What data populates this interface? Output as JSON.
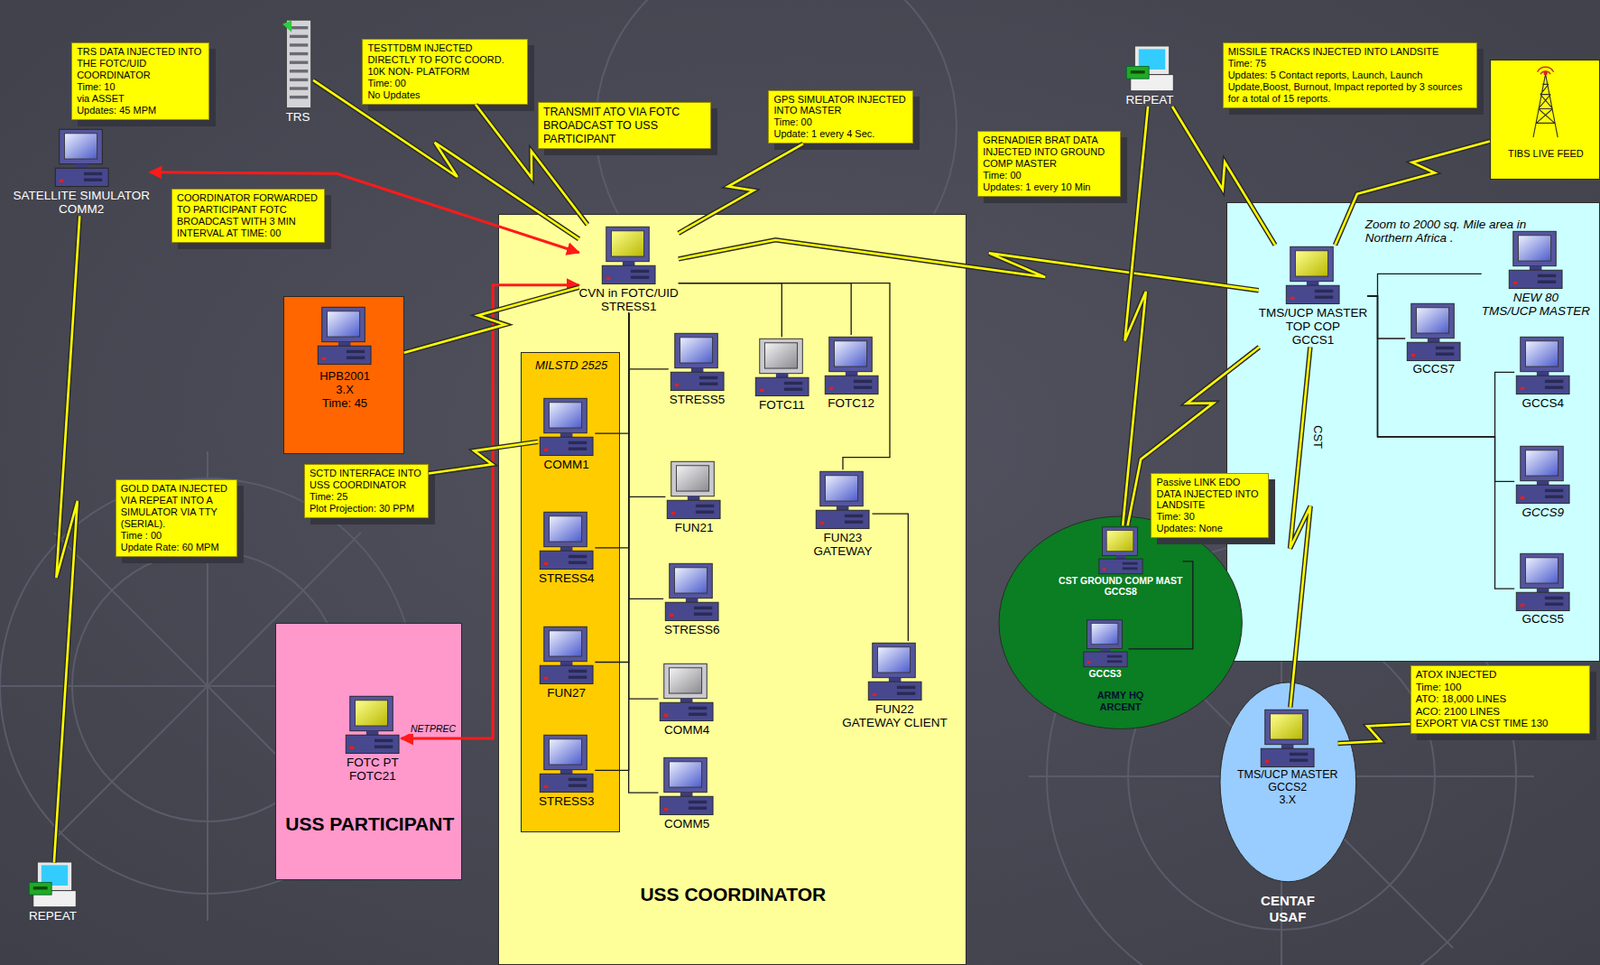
{
  "diagram": {
    "nodes": [
      {
        "text": [
          "TRS DATA INJECTED INTO THE FOTC/UID COORDINATOR",
          "Time: 10",
          "via ASSET",
          "Updates: 45 MPM"
        ]
      },
      {
        "text": [
          "TRS"
        ]
      },
      {
        "text": [
          "TESTTDBM INJECTED DIRECTLY TO FOTC COORD. 10K NON- PLATFORM",
          "Time: 00",
          "No Updates"
        ]
      },
      {
        "text": [
          "TRANSMIT ATO VIA FOTC BROADCAST TO USS PARTICIPANT"
        ]
      },
      {
        "text": [
          "GPS SIMULATOR INJECTED INTO MASTER",
          "Time: 00",
          "Update: 1 every 4 Sec."
        ]
      },
      {
        "text": [
          "REPEAT"
        ]
      },
      {
        "text": [
          "GRENADIER BRAT DATA INJECTED INTO GROUND COMP MASTER",
          "Time: 00",
          "Updates: 1 every 10 Min"
        ]
      },
      {
        "text": [
          "MISSILE TRACKS INJECTED INTO LANDSITE",
          "Time: 75",
          "Updates: 5 Contact reports, Launch, Launch Update,Boost, Burnout, Impact reported by 3 sources for a total of 15 reports."
        ]
      },
      {
        "text": [
          "TIBS LIVE FEED"
        ]
      },
      {
        "text": [
          "SATELLITE SIMULATOR",
          "COMM2"
        ]
      },
      {
        "text": [
          "COORDINATOR FORWARDED TO PARTICIPANT FOTC BROADCAST WITH 3 MIN INTERVAL AT TIME: 00"
        ]
      },
      {
        "text": [
          "HPB2001",
          "3.X",
          "Time: 45"
        ]
      },
      {
        "text": [
          "SCTD INTERFACE INTO USS COORDINATOR",
          "Time: 25",
          "Plot Projection: 30 PPM"
        ]
      },
      {
        "text": [
          "GOLD DATA INJECTED VIA REPEAT INTO A SIMULATOR VIA TTY (SERIAL).",
          "Time : 00",
          "Update Rate: 60 MPM"
        ]
      },
      {
        "text": [
          "USS PARTICIPANT"
        ]
      },
      {
        "text": [
          "FOTC PT",
          "FOTC21"
        ],
        "in": 14
      },
      {
        "text": [
          "USS COORDINATOR"
        ]
      },
      {
        "text": [
          "CVN in FOTC/UID",
          "STRESS1"
        ],
        "in": 16
      },
      {
        "text": [
          "MILSTD 2525"
        ],
        "in": 16
      },
      {
        "text": [
          "COMM1"
        ],
        "in": 18
      },
      {
        "text": [
          "STRESS4"
        ],
        "in": 18
      },
      {
        "text": [
          "FUN27"
        ],
        "in": 18
      },
      {
        "text": [
          "STRESS3"
        ],
        "in": 18
      },
      {
        "text": [
          "STRESS5"
        ],
        "in": 16
      },
      {
        "text": [
          "FOTC11"
        ],
        "in": 16
      },
      {
        "text": [
          "FOTC12"
        ],
        "in": 16
      },
      {
        "text": [
          "FUN21"
        ],
        "in": 16
      },
      {
        "text": [
          "STRESS6"
        ],
        "in": 16
      },
      {
        "text": [
          "COMM4"
        ],
        "in": 16
      },
      {
        "text": [
          "COMM5"
        ],
        "in": 16
      },
      {
        "text": [
          "FUN23",
          "GATEWAY"
        ],
        "in": 16
      },
      {
        "text": [
          "FUN22",
          "GATEWAY CLIENT"
        ],
        "in": 16
      },
      {
        "text": [
          "Zoom to 2000 sq. Mile area in Northern Africa ."
        ]
      },
      {
        "text": [
          "TMS/UCP MASTER",
          "TOP COP",
          "GCCS1"
        ],
        "in": 32
      },
      {
        "text": [
          "NEW 80",
          "TMS/UCP MASTER"
        ],
        "in": 32
      },
      {
        "text": [
          "GCCS7"
        ],
        "in": 32
      },
      {
        "text": [
          "GCCS4"
        ],
        "in": 32
      },
      {
        "text": [
          "GCCS9"
        ],
        "in": 32
      },
      {
        "text": [
          "GCCS5"
        ],
        "in": 32
      },
      {
        "text": [
          "ARMY HQ ARCENT"
        ]
      },
      {
        "text": [
          "CST GROUND COMP MAST",
          "GCCS8"
        ],
        "in": 39
      },
      {
        "text": [
          "GCCS3"
        ],
        "in": 39
      },
      {
        "text": [
          "Passive LINK EDO DATA INJECTED INTO LANDSITE",
          "Time: 30",
          "Updates: None"
        ]
      },
      {
        "text": [
          "CENTAF USAF"
        ]
      },
      {
        "text": [
          "TMS/UCP MASTER",
          "GCCS2",
          "3.X"
        ],
        "in": 43
      },
      {
        "text": [
          "ATOX INJECTED",
          "Time: 100",
          "ATO: 18,000 LINES",
          "ACO: 2100 LINES",
          "EXPORT VIA CST TIME 130"
        ]
      },
      {
        "text": [
          "REPEAT"
        ]
      }
    ],
    "edges": [
      {
        "from": 9,
        "to": 17,
        "arrow": "both"
      },
      {
        "from": 17,
        "to": 15,
        "label": "NETPREC",
        "arrow": "both"
      },
      {
        "from": 1,
        "to": 17,
        "arrow": "none"
      },
      {
        "from": 2,
        "to": 17,
        "arrow": "none"
      },
      {
        "from": 4,
        "to": 17,
        "arrow": "none"
      },
      {
        "from": 11,
        "to": 17,
        "arrow": "none"
      },
      {
        "from": 12,
        "to": 19,
        "arrow": "none"
      },
      {
        "from": 9,
        "to": 46,
        "arrow": "none"
      },
      {
        "from": 17,
        "to": 23,
        "arrow": "none"
      },
      {
        "from": 17,
        "to": 24,
        "arrow": "none"
      },
      {
        "from": 17,
        "to": 25,
        "arrow": "none"
      },
      {
        "from": 17,
        "to": 30,
        "arrow": "none"
      },
      {
        "from": 30,
        "to": 31,
        "arrow": "none"
      },
      {
        "from": 17,
        "to": 19,
        "arrow": "none"
      },
      {
        "from": 17,
        "to": 20,
        "arrow": "none"
      },
      {
        "from": 17,
        "to": 21,
        "arrow": "none"
      },
      {
        "from": 17,
        "to": 22,
        "arrow": "none"
      },
      {
        "from": 17,
        "to": 26,
        "arrow": "none"
      },
      {
        "from": 17,
        "to": 27,
        "arrow": "none"
      },
      {
        "from": 17,
        "to": 28,
        "arrow": "none"
      },
      {
        "from": 17,
        "to": 29,
        "arrow": "none"
      },
      {
        "from": 17,
        "to": 33,
        "arrow": "none"
      },
      {
        "from": 5,
        "to": 33,
        "arrow": "none"
      },
      {
        "from": 5,
        "to": 40,
        "arrow": "none"
      },
      {
        "from": 8,
        "to": 33,
        "arrow": "none"
      },
      {
        "from": 33,
        "to": 40,
        "arrow": "none"
      },
      {
        "from": 33,
        "to": 44,
        "label": "CST",
        "arrow": "none"
      },
      {
        "from": 45,
        "to": 44,
        "arrow": "none"
      },
      {
        "from": 33,
        "to": 34,
        "arrow": "none"
      },
      {
        "from": 33,
        "to": 35,
        "arrow": "none"
      },
      {
        "from": 33,
        "to": 36,
        "arrow": "none"
      },
      {
        "from": 33,
        "to": 37,
        "arrow": "none"
      },
      {
        "from": 33,
        "to": 38,
        "arrow": "none"
      },
      {
        "from": 40,
        "to": 41,
        "arrow": "none"
      }
    ]
  }
}
